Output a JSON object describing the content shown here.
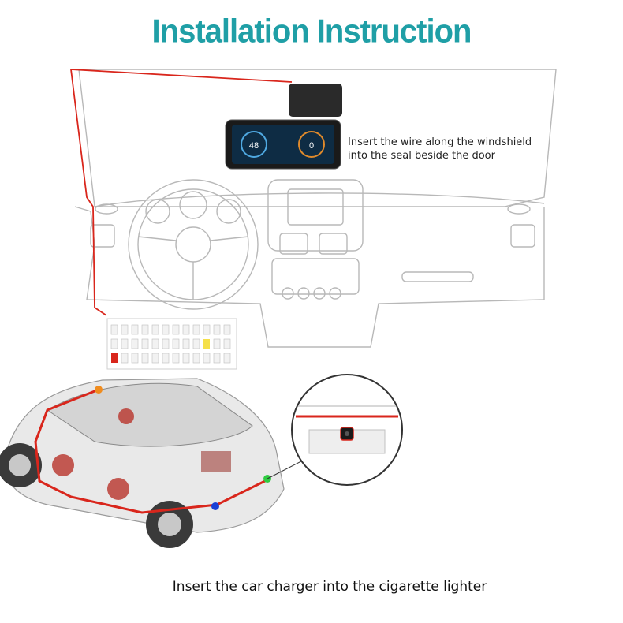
{
  "title": "Installation Instruction",
  "captions": {
    "windshield_line1": "Insert the wire along the windshield",
    "windshield_line2": "into the seal beside the door",
    "charger": "Insert the car charger into the cigarette lighter"
  },
  "colors": {
    "title": "#1f9fa6",
    "wire": "#d9261c",
    "line_art": "#b8b8b8",
    "marker_orange": "#f08c1e",
    "marker_green": "#2ecc40",
    "marker_blue": "#1a3fd6"
  },
  "icons": [
    "dash-camera",
    "dashboard-line-art",
    "fuse-box",
    "car-cutaway",
    "rear-camera-zoom"
  ]
}
